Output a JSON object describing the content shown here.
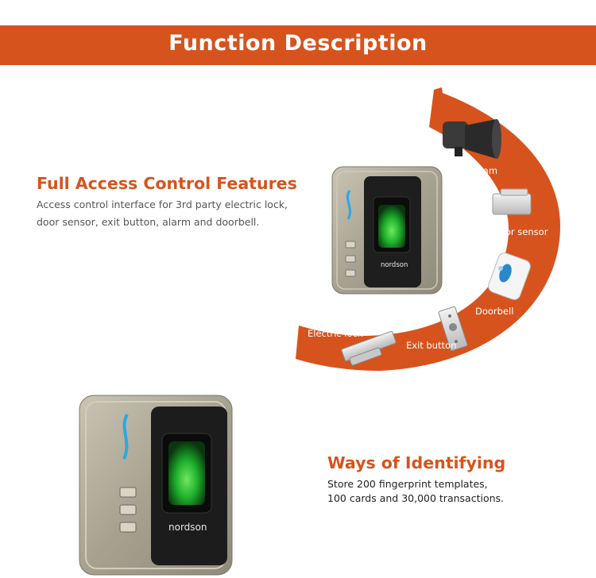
{
  "banner": {
    "title": "Function Description"
  },
  "access": {
    "title": "Full Access Control Features",
    "line1": "Access control interface for 3rd party electric lock,",
    "line2": "door sensor, exit button, alarm and doorbell."
  },
  "ring_labels": {
    "alarm": "Alram",
    "door_sensor": "Door sensor",
    "doorbell": "Doorbell",
    "exit_button": "Exit button",
    "electric_lock": "Electric lock"
  },
  "device": {
    "brand": "nordson"
  },
  "identify": {
    "title": "Ways of Identifying",
    "line1": "Store 200 fingerprint templates,",
    "line2": "100 cards and 30,000 transactions."
  },
  "colors": {
    "accent": "#d7531d",
    "led": "#2aa8e8",
    "fingerprint_glow": "#1fc22f"
  }
}
